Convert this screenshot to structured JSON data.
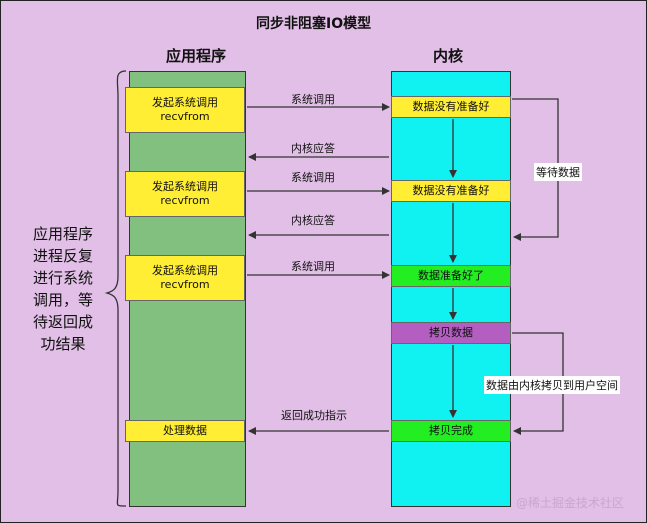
{
  "title": "同步非阻塞IO模型",
  "columns": {
    "app": "应用程序",
    "kernel": "内核"
  },
  "side_label": [
    "应用程序",
    "进程反复",
    "进行系统",
    "调用，等",
    "待返回成",
    "功结果"
  ],
  "app_boxes": [
    {
      "line1": "发起系统调用",
      "line2": "recvfrom"
    },
    {
      "line1": "发起系统调用",
      "line2": "recvfrom"
    },
    {
      "line1": "发起系统调用",
      "line2": "recvfrom"
    },
    {
      "line1": "处理数据",
      "line2": ""
    }
  ],
  "kernel_boxes": [
    {
      "text": "数据没有准备好"
    },
    {
      "text": "数据没有准备好"
    },
    {
      "text": "数据准备好了"
    },
    {
      "text": "拷贝数据"
    },
    {
      "text": "拷贝完成"
    }
  ],
  "arrow_labels": [
    "系统调用",
    "内核应答",
    "系统调用",
    "内核应答",
    "系统调用",
    "返回成功指示"
  ],
  "notes": [
    "等待数据",
    "数据由内核拷贝到用户空间"
  ],
  "watermark": "@稀土掘金技术社区",
  "colors": {
    "background": "#e1bfe6",
    "app_column": "#82c07f",
    "kernel_column": "#10f2f2",
    "yellow": "#ffee33",
    "green": "#22ee22",
    "purple": "#b35ec0"
  }
}
